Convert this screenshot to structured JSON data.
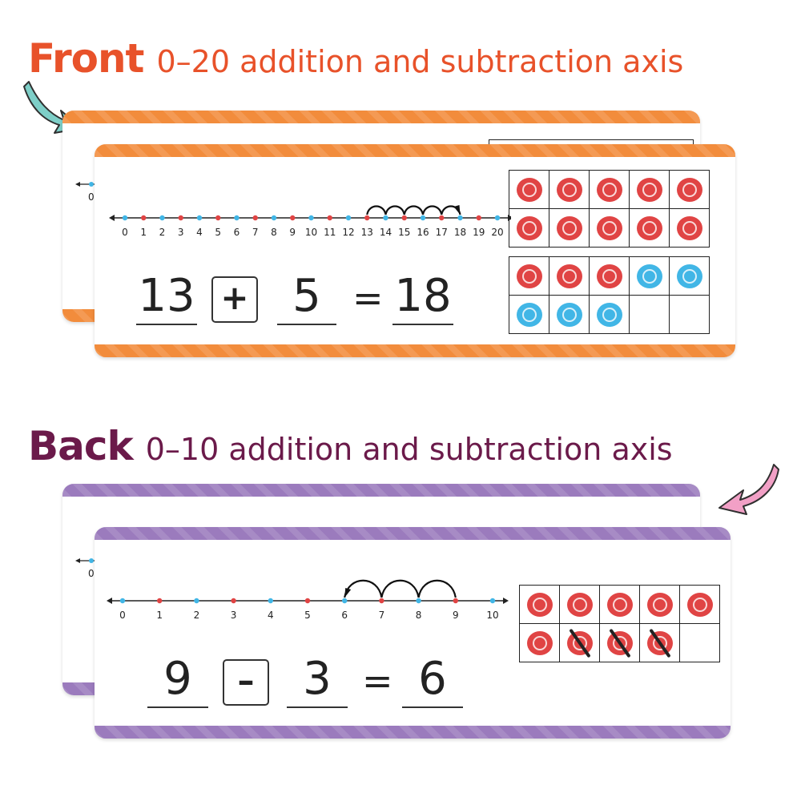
{
  "front": {
    "title": "Front",
    "subtitle": "0–20 addition and subtraction axis",
    "title_color": "#e8522a",
    "band_color": "#f28c3c",
    "number_line": {
      "min": 0,
      "max": 20,
      "labels": [
        "0",
        "1",
        "2",
        "3",
        "4",
        "5",
        "6",
        "7",
        "8",
        "9",
        "10",
        "11",
        "12",
        "13",
        "14",
        "15",
        "16",
        "17",
        "18",
        "19",
        "20"
      ]
    },
    "hops": {
      "start": 13,
      "end": 18,
      "direction": "forward"
    },
    "behind_card_labels": {
      "zero": "0"
    },
    "equation": {
      "a": "13",
      "op": "+",
      "b": "5",
      "eq": "=",
      "result": "18"
    },
    "ten_frames": [
      [
        "red",
        "red",
        "red",
        "red",
        "red",
        "red",
        "red",
        "red",
        "red",
        "red"
      ],
      [
        "red",
        "red",
        "red",
        "blue",
        "blue",
        "blue",
        "blue",
        "blue",
        "empty",
        "empty"
      ]
    ]
  },
  "back": {
    "title": "Back",
    "subtitle": "0–10 addition and subtraction axis",
    "title_color": "#6b1a4a",
    "band_color": "#9b7bbd",
    "number_line": {
      "min": 0,
      "max": 10,
      "labels": [
        "0",
        "1",
        "2",
        "3",
        "4",
        "5",
        "6",
        "7",
        "8",
        "9",
        "10"
      ]
    },
    "hops": {
      "start": 9,
      "end": 6,
      "direction": "backward"
    },
    "behind_card_labels": {
      "zero": "0"
    },
    "equation": {
      "a": "9",
      "op": "–",
      "b": "3",
      "eq": "=",
      "result": "6"
    },
    "ten_frames": [
      [
        "red",
        "red",
        "red",
        "red",
        "red",
        "red",
        "red-crossed",
        "red-crossed",
        "red-crossed",
        "empty"
      ]
    ]
  },
  "colors": {
    "red_point": "#e04444",
    "blue_point": "#41b6e6",
    "teal_arrow": "#7ecfc8",
    "pink_arrow": "#f2a0c6"
  },
  "icons": {
    "front_pointer": "curved-arrow-icon",
    "back_pointer": "curved-arrow-icon"
  }
}
